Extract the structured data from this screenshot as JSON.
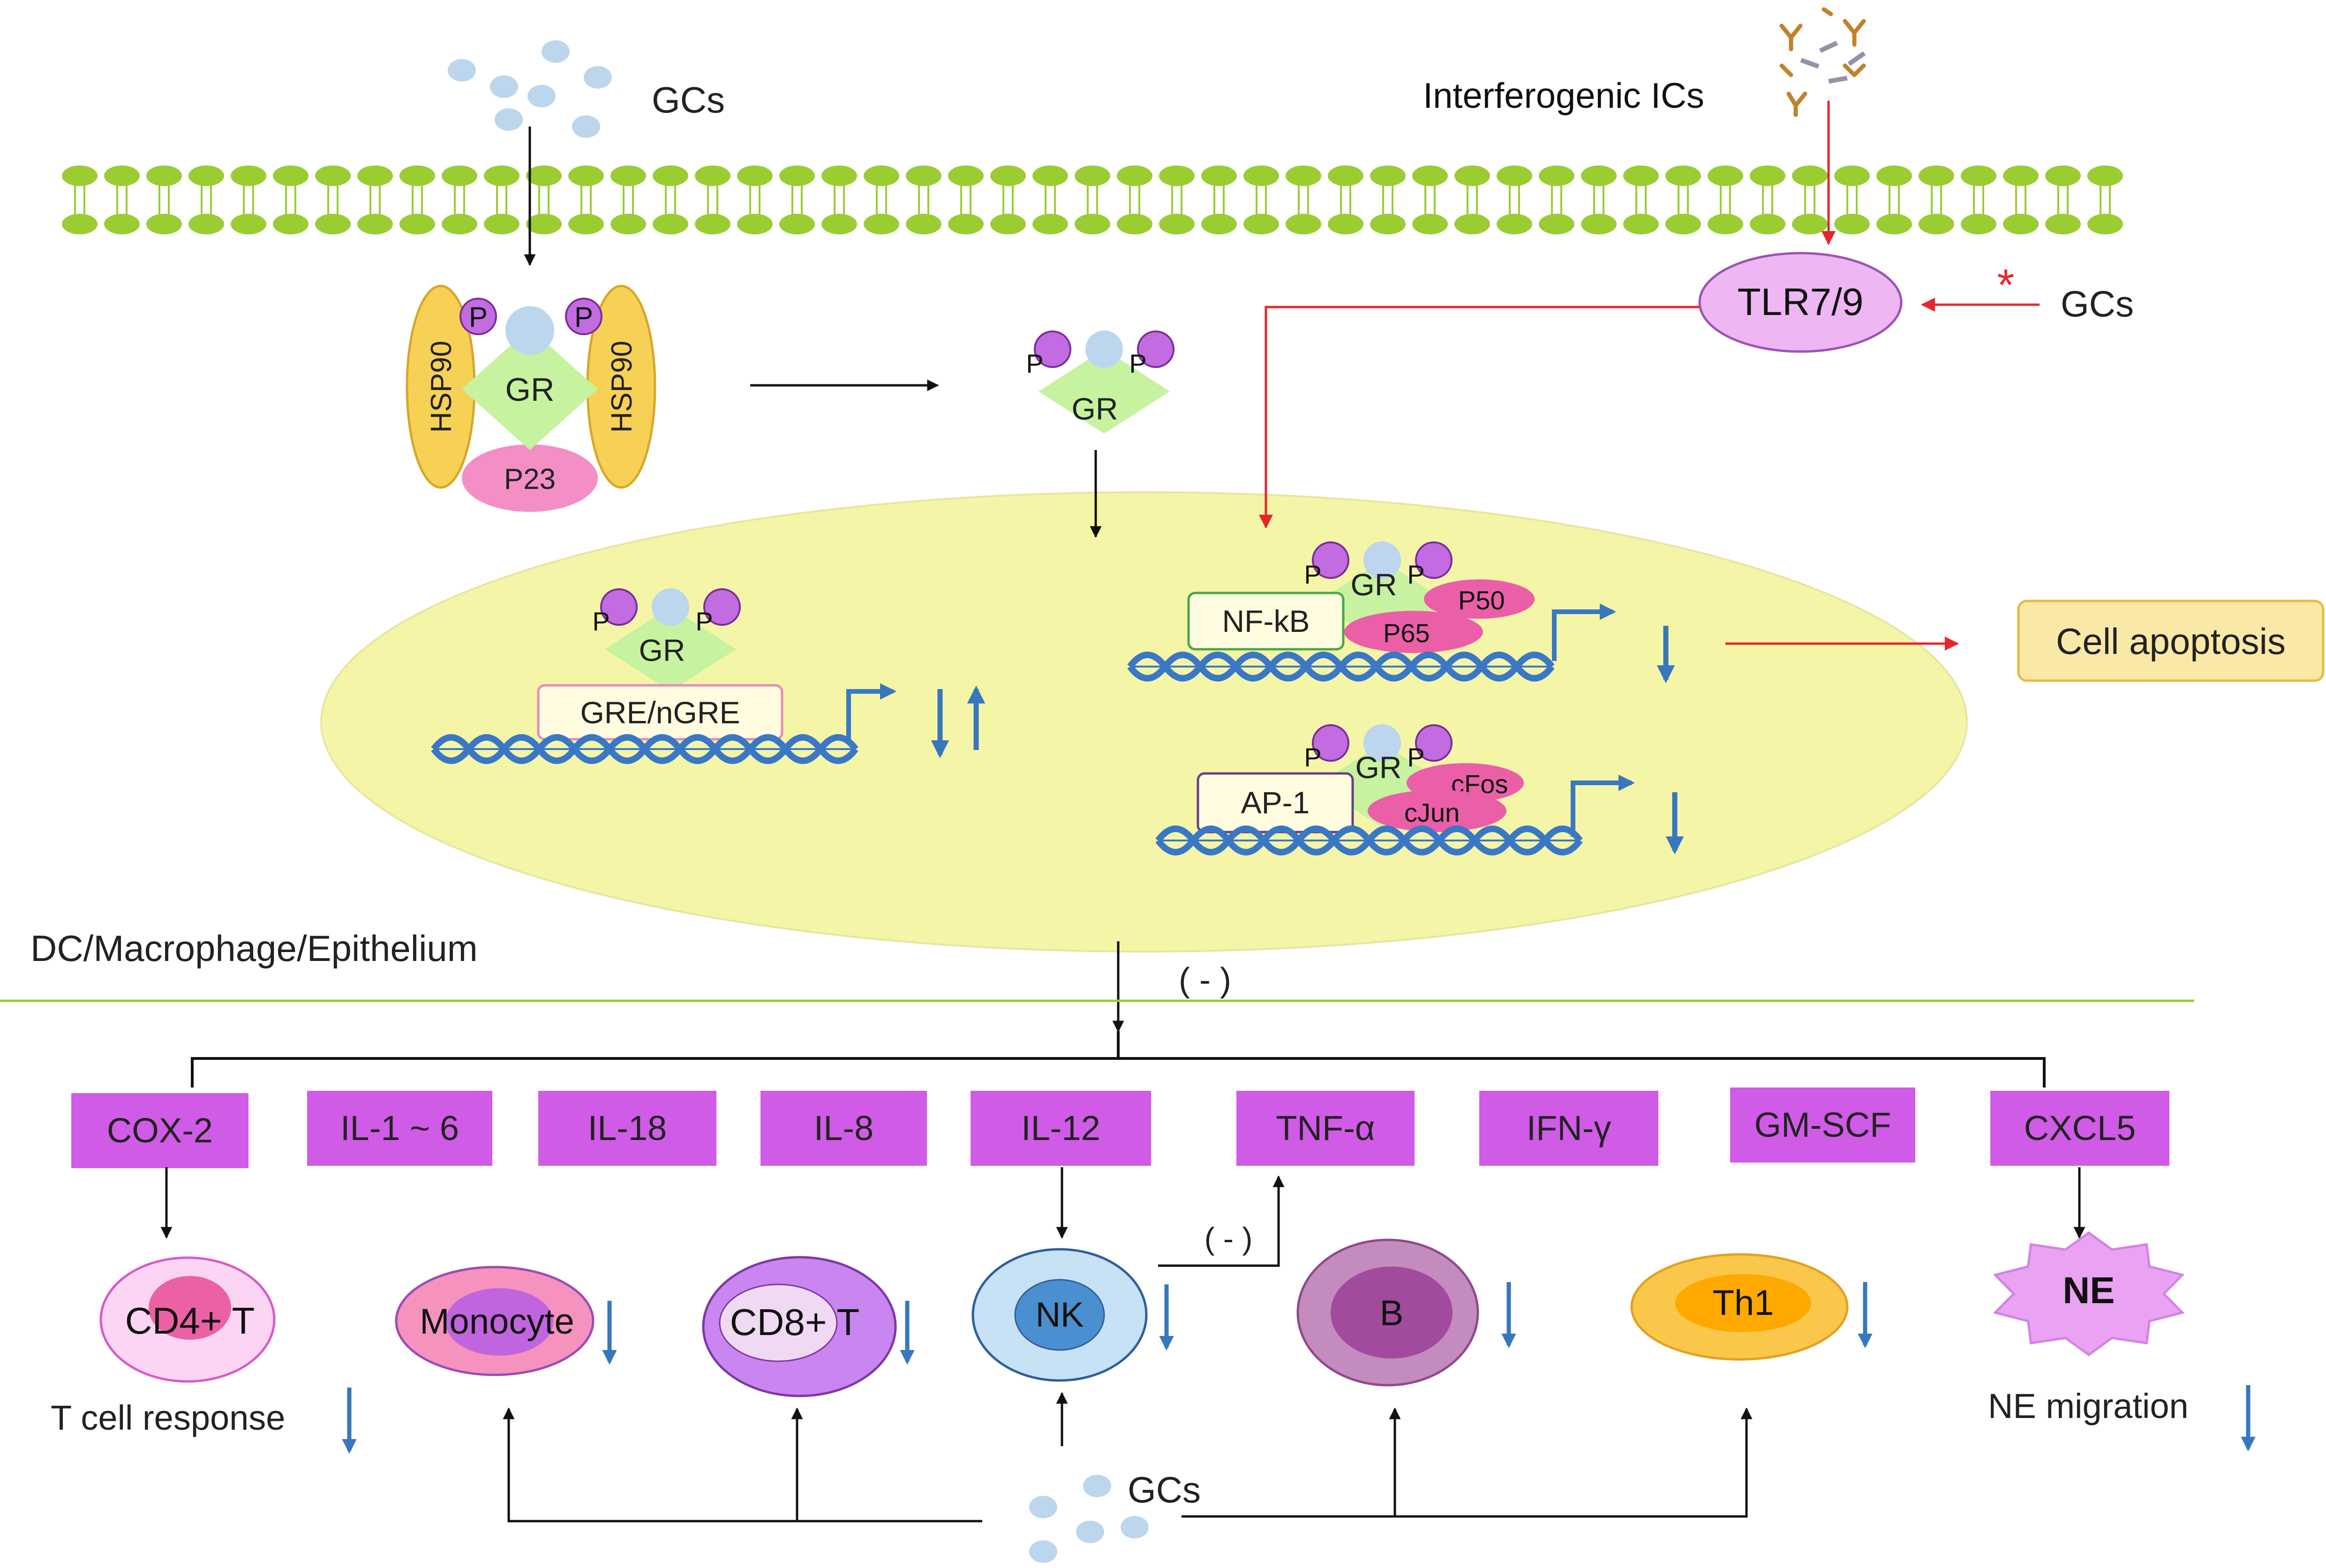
{
  "labels": {
    "gcs_top": "GCs",
    "interferogenic": "Interferogenic ICs",
    "tlr": "TLR7/9",
    "gcs_right": "GCs",
    "star": "*",
    "hsp90_left": "HSP90",
    "hsp90_right": "HSP90",
    "p": "P",
    "gr": "GR",
    "p23": "P23",
    "gre": "GRE/nGRE",
    "nfkb": "NF-kB",
    "p50": "P50",
    "p65": "P65",
    "ap1": "AP-1",
    "cfos": "cFos",
    "cjun": "cJun",
    "cell_apoptosis": "Cell apoptosis",
    "cell_type": "DC/Macrophage/Epithelium",
    "inhibit": "( - )",
    "inhibit2": "( - )",
    "gcs_bottom": "GCs"
  },
  "cytokines": [
    "COX-2",
    "IL-1 ~ 6",
    "IL-18",
    "IL-8",
    "IL-12",
    "TNF-α",
    "IFN-γ",
    "GM-SCF",
    "CXCL5"
  ],
  "cells": {
    "cd4": "CD4+ T",
    "monocyte": "Monocyte",
    "cd8": "CD8+ T",
    "nk": "NK",
    "b": "B",
    "th1": "Th1",
    "ne": "NE"
  },
  "outcomes": {
    "t_cell": "T cell response",
    "ne_migration": "NE migration"
  },
  "colors": {
    "membrane": "#9ACD32",
    "nucleus": "#F5F5A8",
    "cytokine": "#D05BE6",
    "red_arrow": "#E8262A",
    "blue_arrow": "#3778BD",
    "gr": "#C7F2A0",
    "p_circle": "#C36BE0",
    "pink": "#EA5FA8",
    "hsp90": "#F7D155",
    "tlr": "#EEB6F3",
    "apoptosis_box": "#FAE8A6"
  }
}
